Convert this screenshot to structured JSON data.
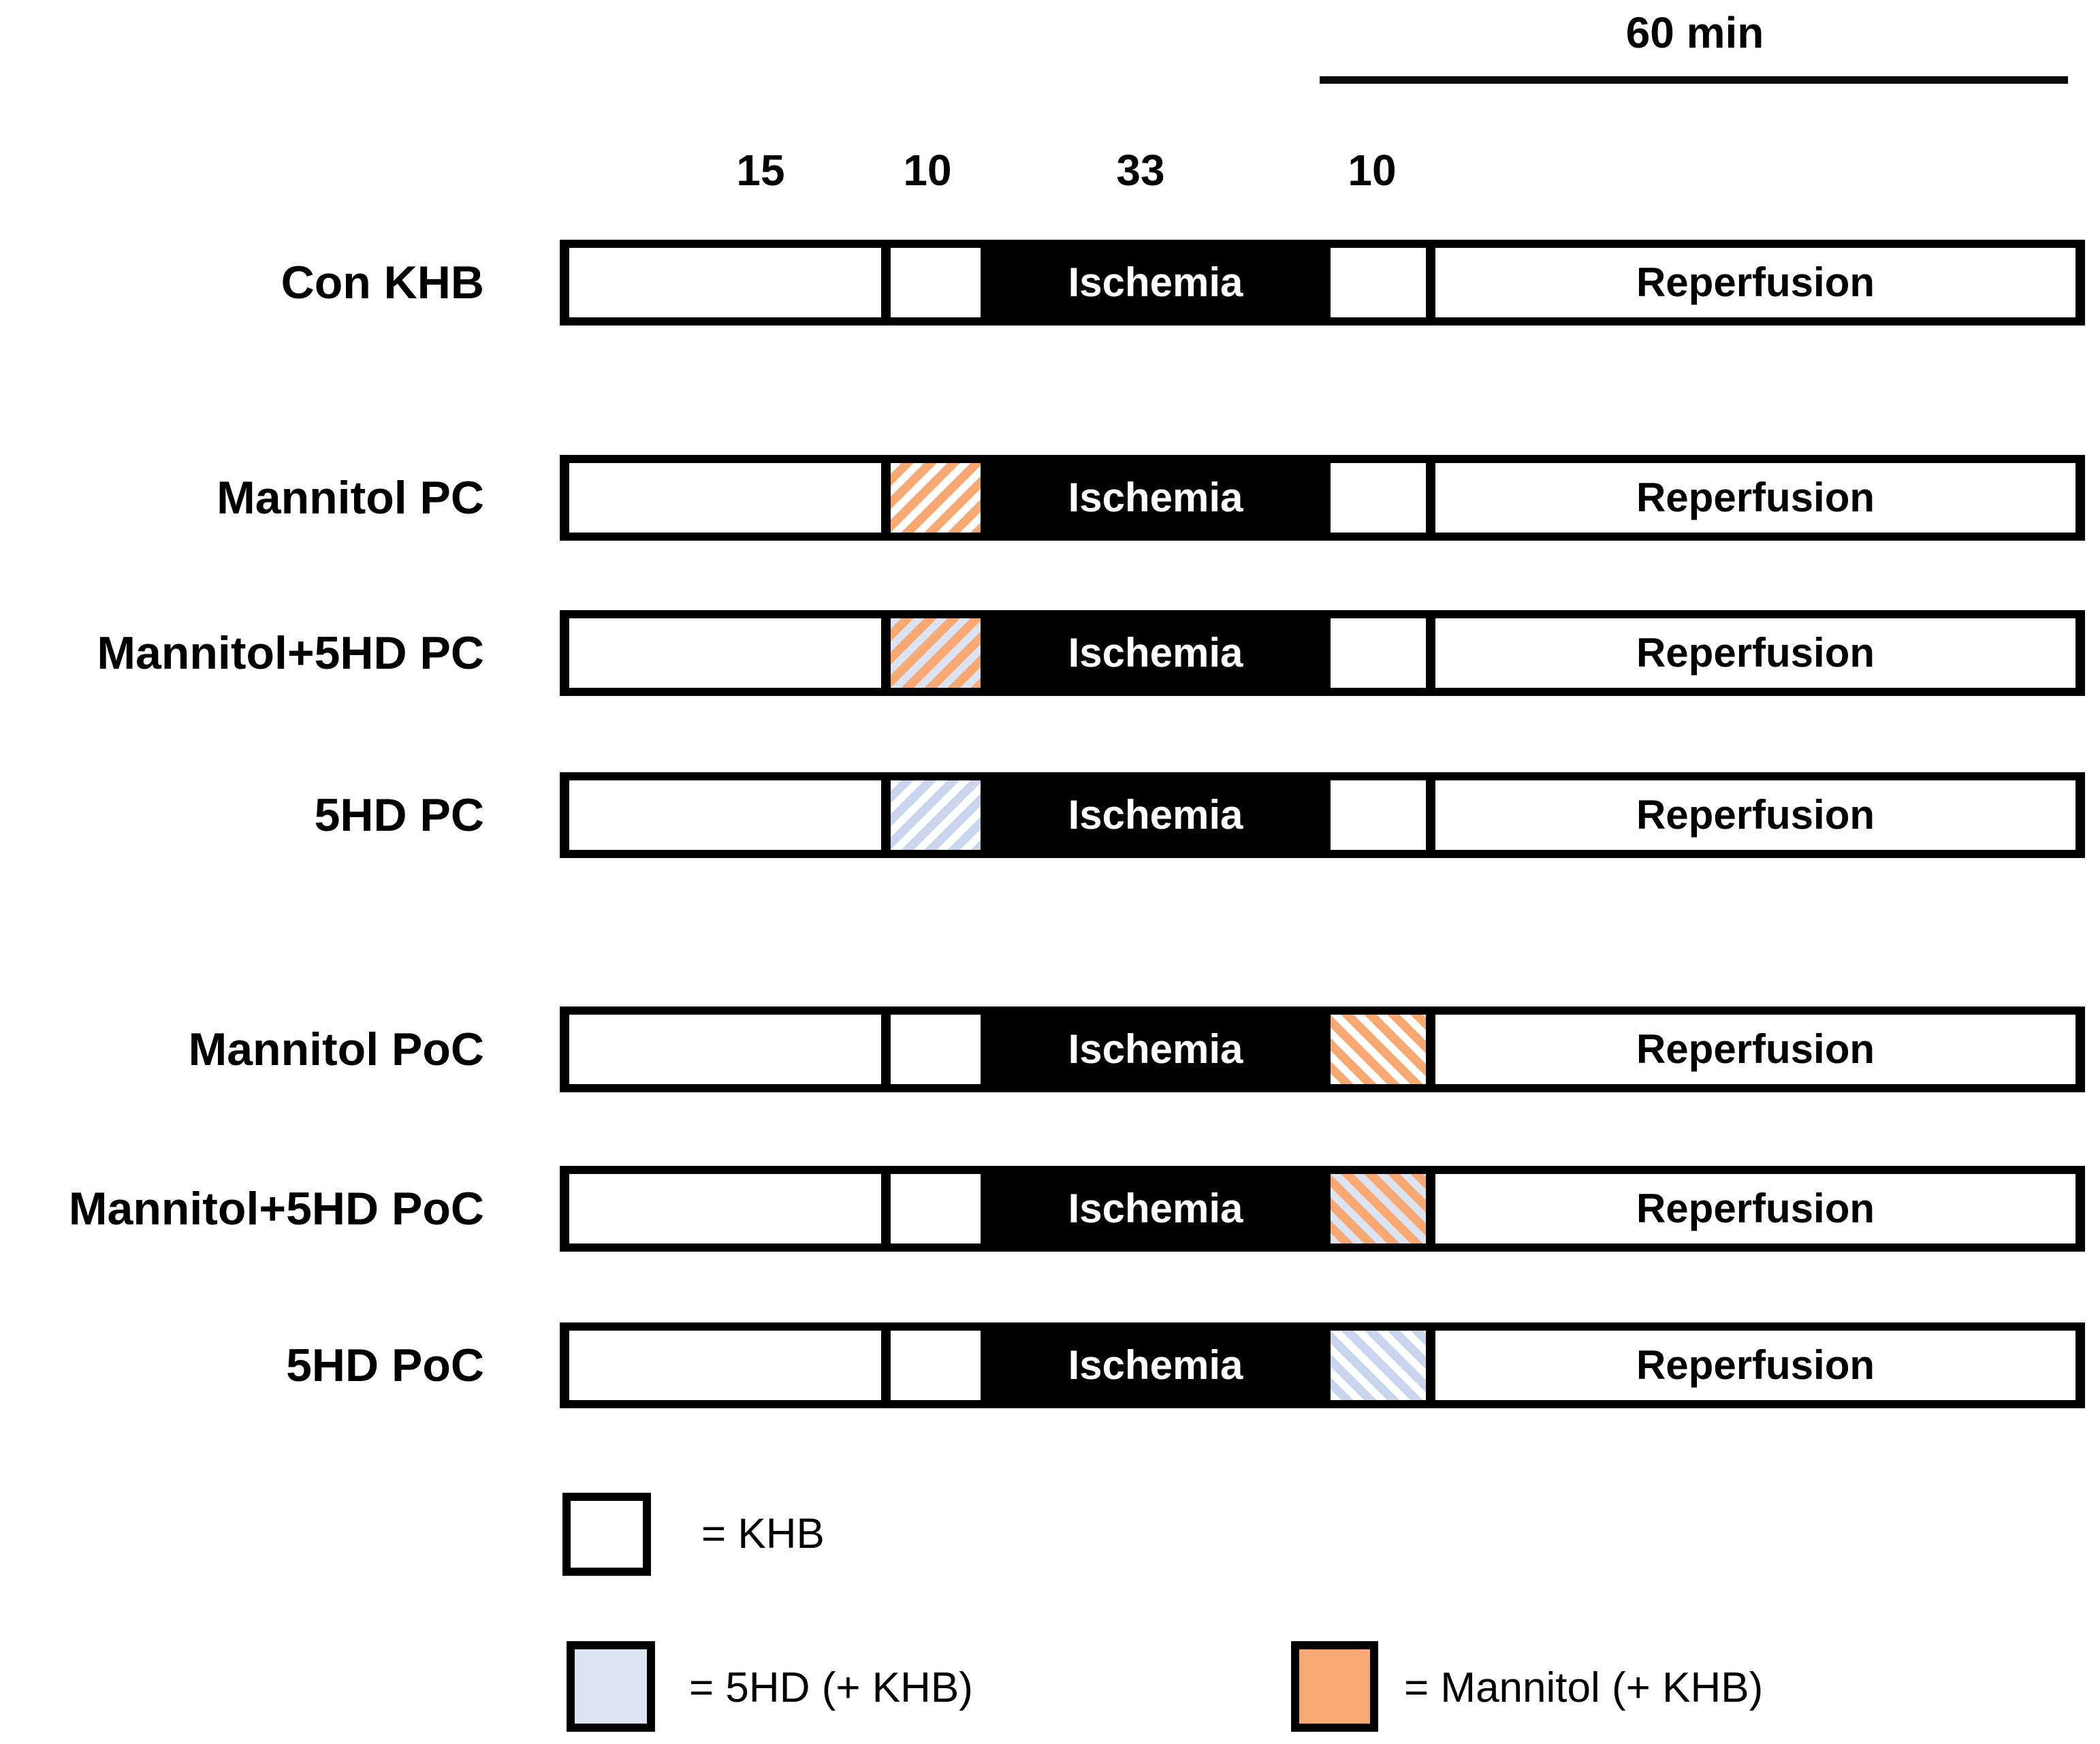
{
  "header": {
    "duration_label": "60 min",
    "segment_times": [
      "15",
      "10",
      "33",
      "10"
    ]
  },
  "segment_labels": {
    "ischemia": "Ischemia",
    "reperfusion": "Reperfusion"
  },
  "rows": [
    {
      "label": "Con KHB",
      "pre": "khb",
      "post": "khb"
    },
    {
      "label": "Mannitol PC",
      "pre": "mannitol",
      "post": "khb"
    },
    {
      "label": "Mannitol+5HD PC",
      "pre": "mannitol_5hd",
      "post": "khb"
    },
    {
      "label": "5HD PC",
      "pre": "5hd",
      "post": "khb"
    },
    {
      "label": "Mannitol PoC",
      "pre": "khb",
      "post": "mannitol"
    },
    {
      "label": "Mannitol+5HD PoC",
      "pre": "khb",
      "post": "mannitol_5hd"
    },
    {
      "label": "5HD PoC",
      "pre": "khb",
      "post": "5hd"
    }
  ],
  "legend": [
    {
      "swatch": "khb",
      "label": "= KHB"
    },
    {
      "swatch": "5hd",
      "label": "= 5HD (+ KHB)"
    },
    {
      "swatch": "mannitol",
      "label": "= Mannitol (+ KHB)"
    }
  ],
  "colors": {
    "mannitol_orange": "#F8A873",
    "fivehd_blue_fill": "#DCE4F3",
    "fivehd_blue_stripe": "#C9D6EE",
    "ischemia_black": "#000000"
  }
}
